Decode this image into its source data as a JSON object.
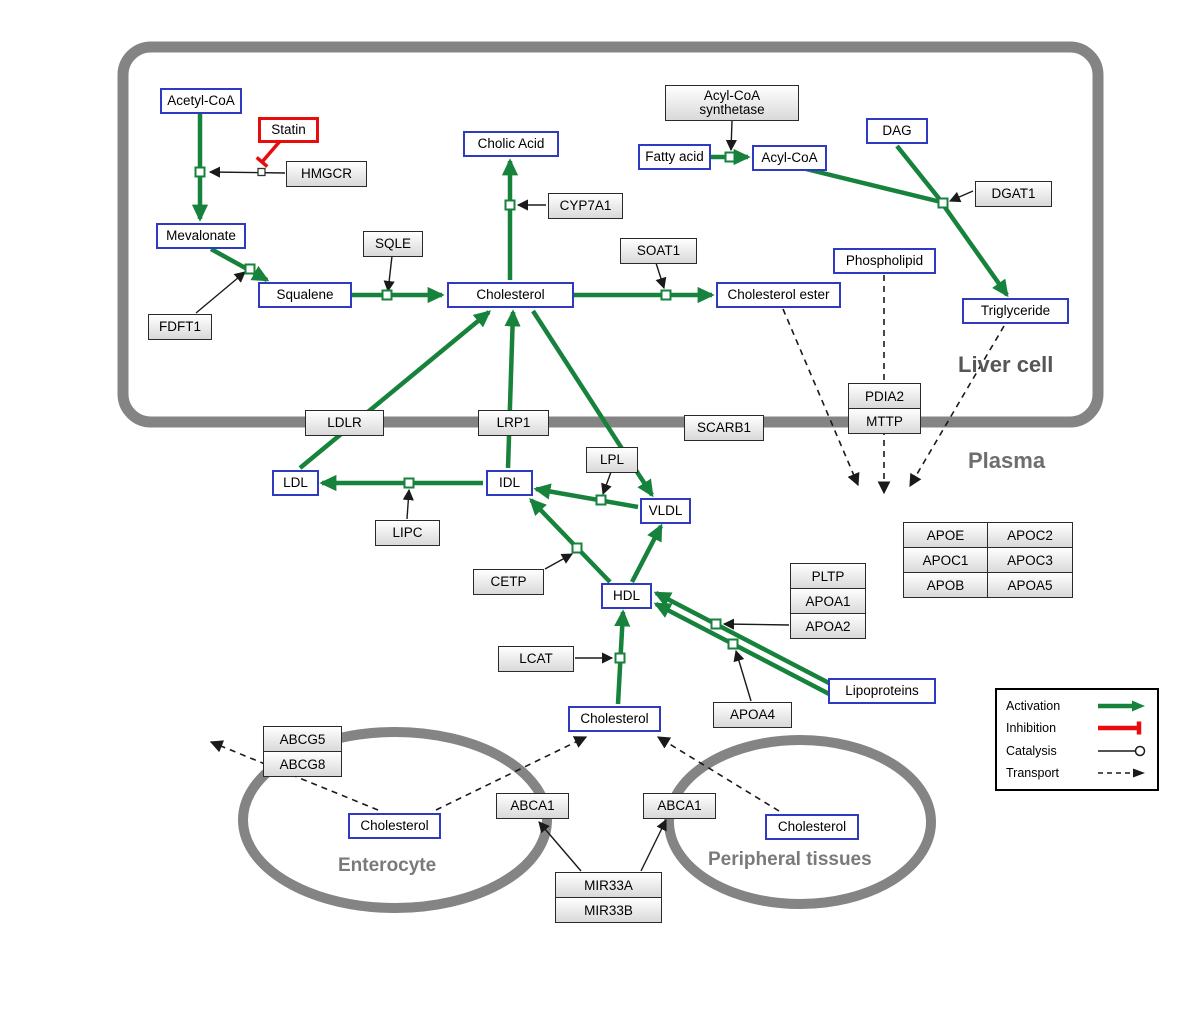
{
  "colors": {
    "activation": "#17823c",
    "inhibition": "#e80c0c",
    "catalysis": "#1a1a1a",
    "metabolite": "#2e3bc0",
    "gene_border": "#2a2a2a",
    "membrane": "#848484",
    "label": "#7a7a7a"
  },
  "compartments": {
    "liver": "Liver cell",
    "plasma": "Plasma",
    "enterocyte": "Enterocyte",
    "peripheral": "Peripheral tissues"
  },
  "nodes": {
    "acetyl_coa": "Acetyl-CoA",
    "statin": "Statin",
    "hmgcr": "HMGCR",
    "mevalonate": "Mevalonate",
    "fdft1": "FDFT1",
    "squalene": "Squalene",
    "sqle": "SQLE",
    "cholic_acid": "Cholic Acid",
    "cyp7a1": "CYP7A1",
    "cholesterol_liver": "Cholesterol",
    "soat1": "SOAT1",
    "cholesterol_ester": "Cholesterol ester",
    "acyl_coa_synthetase": "Acyl-CoA synthetase",
    "fatty_acid": "Fatty acid",
    "acyl_coa": "Acyl-CoA",
    "dag": "DAG",
    "dgat1": "DGAT1",
    "phospholipid": "Phospholipid",
    "triglyceride": "Triglyceride",
    "ldlr": "LDLR",
    "lrp1": "LRP1",
    "scarb1": "SCARB1",
    "pdia2": "PDIA2",
    "mttp": "MTTP",
    "ldl": "LDL",
    "idl": "IDL",
    "lipc": "LIPC",
    "lpl": "LPL",
    "vldl": "VLDL",
    "cetp": "CETP",
    "hdl": "HDL",
    "lcat": "LCAT",
    "pltp": "PLTP",
    "apoa1": "APOA1",
    "apoa2": "APOA2",
    "apoa4": "APOA4",
    "lipoproteins": "Lipoproteins",
    "apo_table": {
      "r1c1": "APOE",
      "r1c2": "APOC2",
      "r2c1": "APOC1",
      "r2c2": "APOC3",
      "r3c1": "APOB",
      "r3c2": "APOA5"
    },
    "cholesterol_plasma": "Cholesterol",
    "abcg5": "ABCG5",
    "abcg8": "ABCG8",
    "cholesterol_enterocyte": "Cholesterol",
    "abca1_enterocyte": "ABCA1",
    "abca1_peripheral": "ABCA1",
    "cholesterol_peripheral": "Cholesterol",
    "mir33a": "MIR33A",
    "mir33b": "MIR33B"
  },
  "legend": {
    "activation": "Activation",
    "inhibition": "Inhibition",
    "catalysis": "Catalysis",
    "transport": "Transport"
  }
}
